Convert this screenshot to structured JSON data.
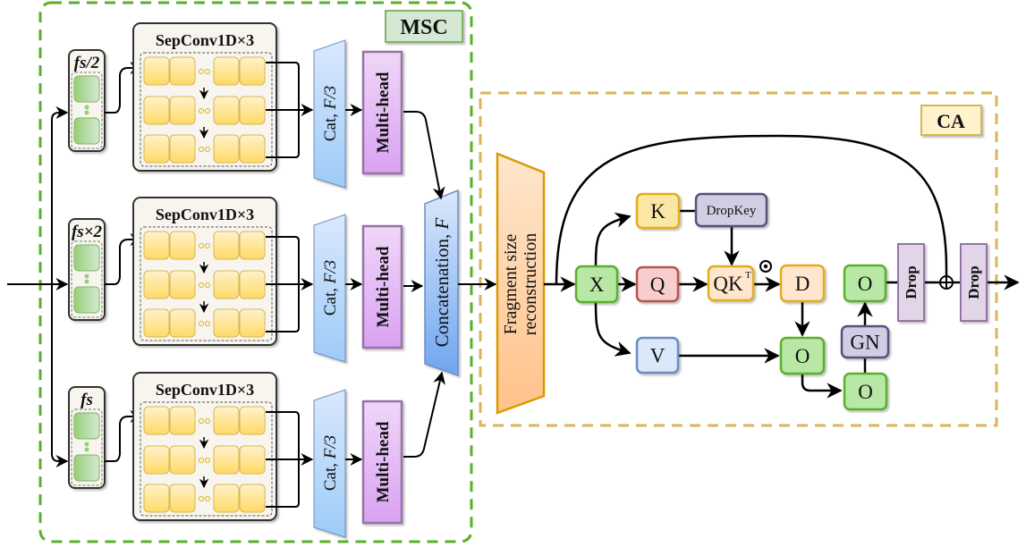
{
  "colors": {
    "msc_border": "#5aaf2e",
    "ca_border": "#d9b45a",
    "label_bg_msc": "#d5e8d4",
    "label_border_msc": "#82b366",
    "label_bg_ca": "#fff2cc",
    "label_border_ca": "#d6b656",
    "sepconv_cell": "#ffd966",
    "sepconv_panel": "#f7f5ee",
    "cat_blue": "#b9d9fb",
    "multihead_purple": "#e3b9f5",
    "concat_blue": "#84b4f4",
    "fragment_orange": "#fdd4a8",
    "node_green": "#b9e8a6",
    "node_red": "#f8cecc",
    "node_blue": "#dae8fc",
    "node_yellow": "#fbe7a5",
    "node_orange": "#ffe6cc",
    "node_lavender": "#d0cee2",
    "drop_purple": "#e1d5e7"
  },
  "msc": {
    "label": "MSC",
    "branches": [
      {
        "scale_label": "fs/2",
        "sepconv_title": "SepConv1D×3",
        "cat_label": "Cat, ",
        "cat_var": "F/3",
        "multihead_label": "Multi-head"
      },
      {
        "scale_label": "fs×2",
        "sepconv_title": "SepConv1D×3",
        "cat_label": "Cat, ",
        "cat_var": "F/3",
        "multihead_label": "Multi-head"
      },
      {
        "scale_label": "fs",
        "sepconv_title": "SepConv1D×3",
        "cat_label": "Cat, ",
        "cat_var": "F/3",
        "multihead_label": "Multi-head"
      }
    ],
    "concat_label": "Concatenation, ",
    "concat_var": "F"
  },
  "ca": {
    "label": "CA",
    "fragment_label_line1": "Fragment size",
    "fragment_label_line2": "reconstruction",
    "nodes": {
      "x": "X",
      "k": "K",
      "q": "Q",
      "v": "V",
      "dropkey": "DropKey",
      "qk": "QK",
      "qk_sup": "T",
      "d": "D",
      "o1": "O",
      "o2": "O",
      "gn": "GN",
      "o3": "O",
      "drop1": "Drop",
      "drop2": "Drop"
    },
    "hadamard_symbol": "⊙",
    "add_symbol": "⊕"
  }
}
